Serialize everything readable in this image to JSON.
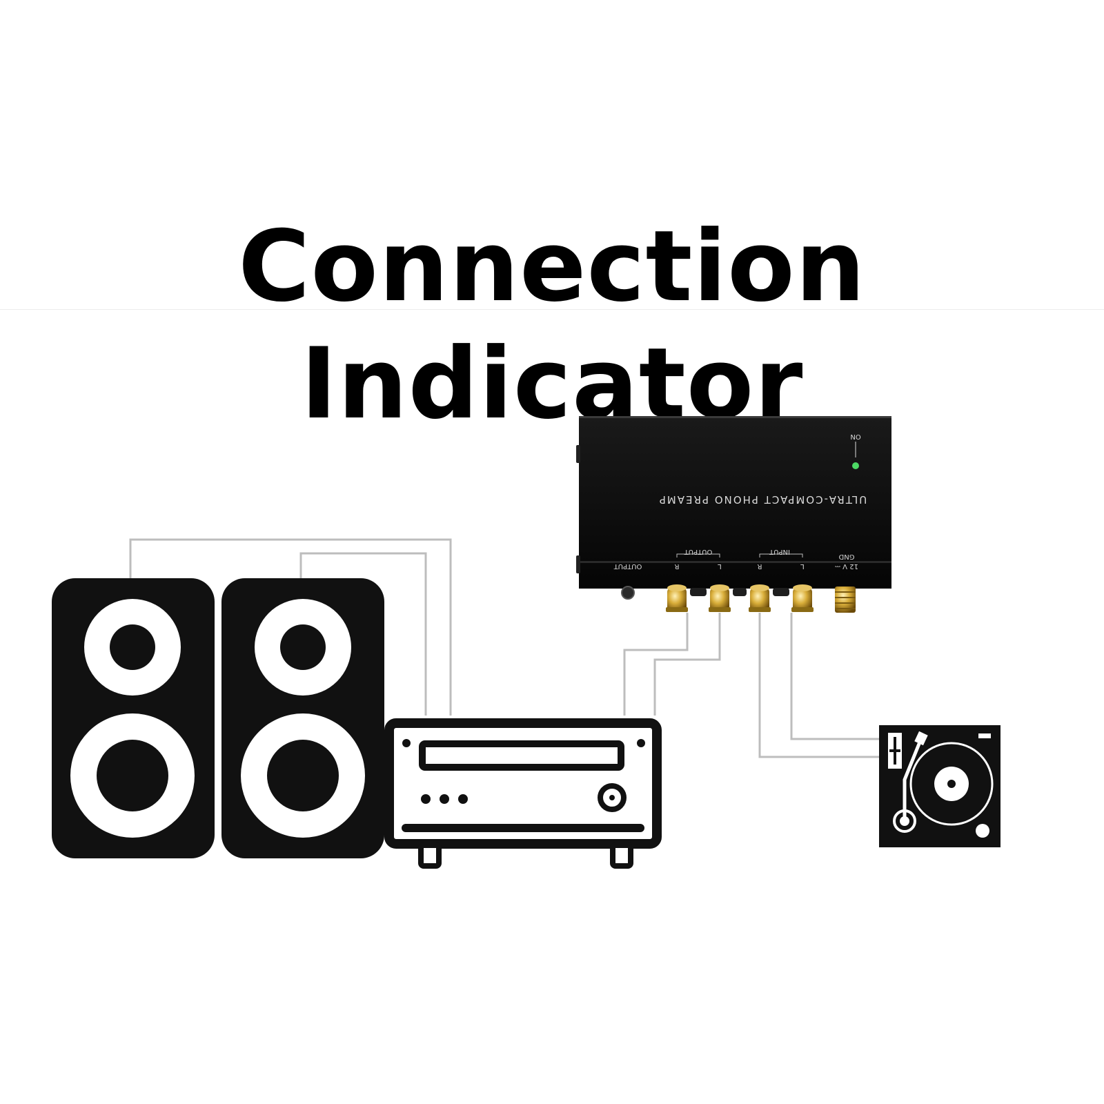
{
  "title": "Connection Indicator",
  "preamp": {
    "name": "ULTRA-COMPACT PHONO PREAMP",
    "on_label": "ON",
    "output_group_label": "OUTPUT",
    "input_group_label": "INPUT",
    "output_jack_label": "OUTPUT",
    "right_label_out": "R",
    "left_label_out": "L",
    "right_label_in": "R",
    "left_label_in": "L",
    "power_label": "12 V ⎓",
    "gnd_label": "GND"
  },
  "icons": {
    "speakers": "speaker-icon",
    "amplifier": "amplifier-icon",
    "turntable": "turntable-icon",
    "preamp": "phono-preamp-device"
  },
  "colors": {
    "cable": "#bdbdbd",
    "device": "#111111",
    "gold": "#c9a227",
    "led": "#4cd964"
  }
}
